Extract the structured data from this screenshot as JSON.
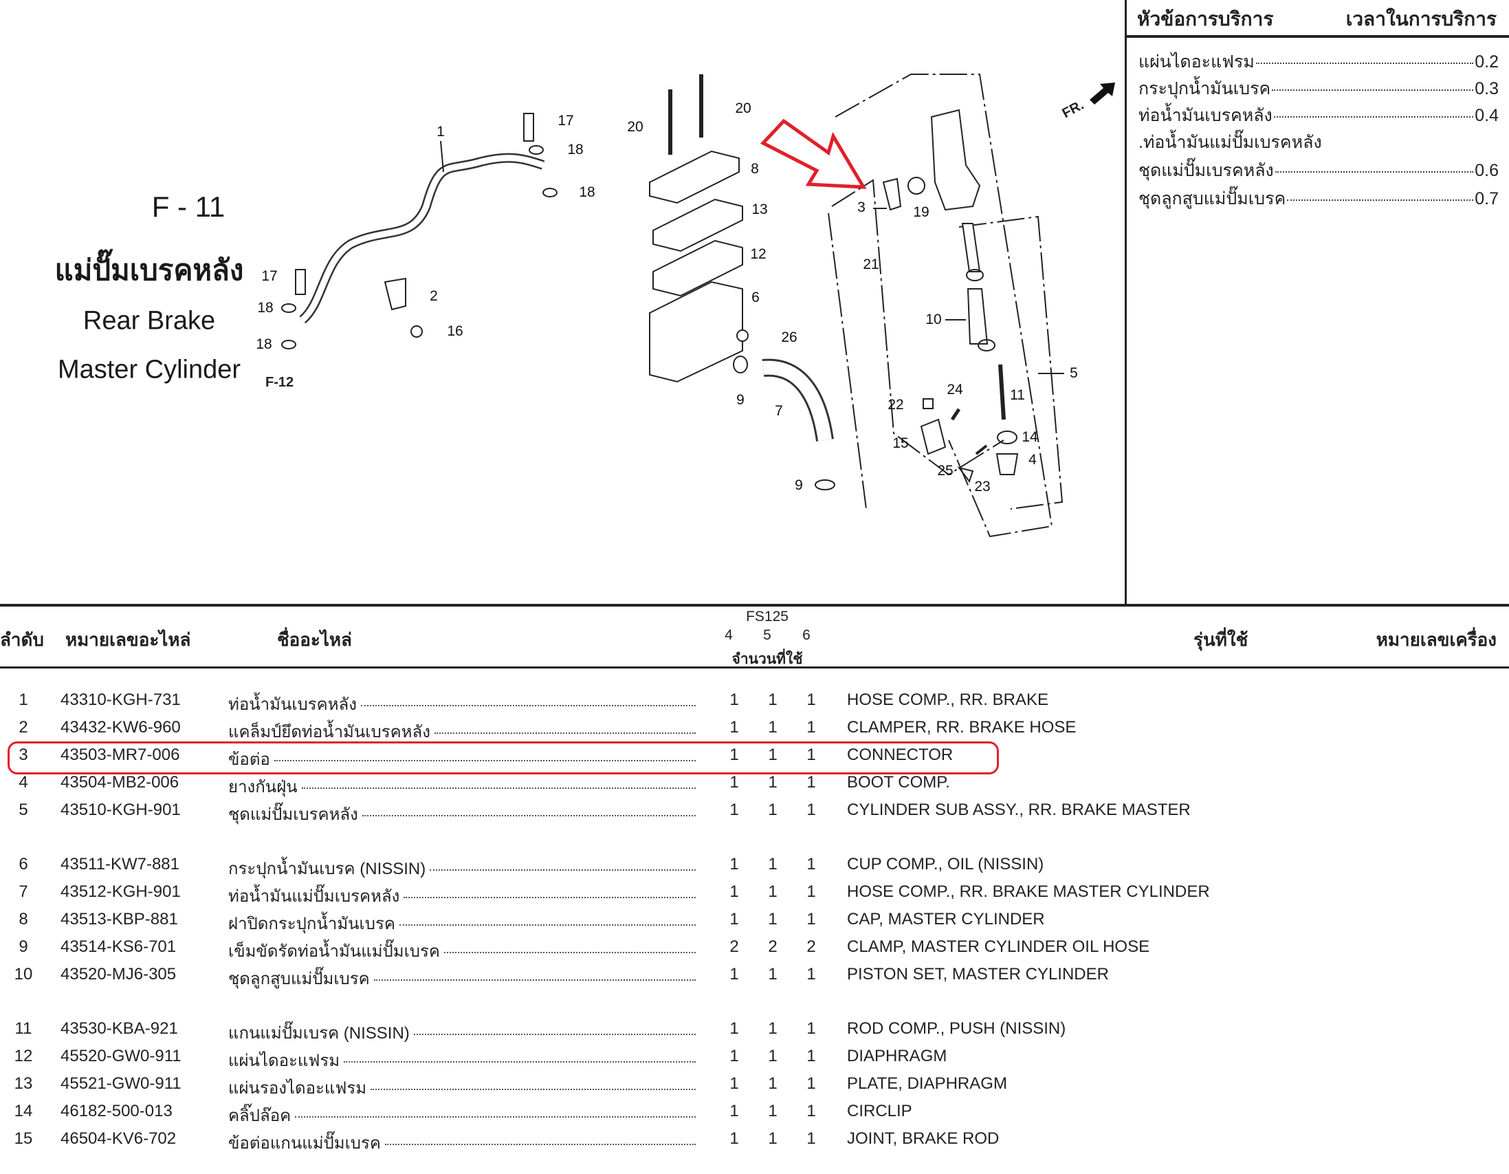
{
  "title": {
    "code": "F - 11",
    "thai": "แม่ปั๊มเบรคหลัง",
    "en_line1": "Rear Brake",
    "en_line2": "Master Cylinder"
  },
  "diagram": {
    "front_marker": "FR.",
    "ref_label": "F-12",
    "callouts": [
      "1",
      "17",
      "18",
      "18",
      "17",
      "18",
      "18",
      "2",
      "16",
      "20",
      "20",
      "8",
      "13",
      "12",
      "6",
      "26",
      "9",
      "7",
      "9",
      "3",
      "19",
      "21",
      "10",
      "5",
      "11",
      "22",
      "24",
      "15",
      "14",
      "4",
      "25",
      "23"
    ],
    "highlight_color": "#e0202a"
  },
  "service": {
    "header_topic": "หัวข้อการบริการ",
    "header_time": "เวลาในการบริการ",
    "rows": [
      {
        "label": "แผ่นไดอะแฟรม",
        "time": "0.2"
      },
      {
        "label": "กระปุกน้ำมันเบรค",
        "time": "0.3"
      },
      {
        "label": "ท่อน้ำมันเบรคหลัง",
        "time": "0.4"
      },
      {
        "label": ".ท่อน้ำมันแม่ปั๊มเบรคหลัง",
        "time": ""
      },
      {
        "label": "ชุดแม่ปั๊มเบรคหลัง",
        "time": "0.6"
      },
      {
        "label": "ชุดลูกสูบแม่ปั๊มเบรค",
        "time": "0.7"
      }
    ]
  },
  "table": {
    "headers": {
      "index": "ลำดับ",
      "part_no": "หมายเลขอะไหล่",
      "name": "ชื่ออะไหล่",
      "model": "FS125",
      "qty_cols": [
        "4",
        "5",
        "6"
      ],
      "qty_label": "จำนวนที่ใช้",
      "used_in": "รุ่นที่ใช้",
      "engine_no": "หมายเลขเครื่อง"
    },
    "rows": [
      {
        "no": "1",
        "part": "43310-KGH-731",
        "name": "ท่อน้ำมันเบรคหลัง",
        "q": [
          "1",
          "1",
          "1"
        ],
        "en": "HOSE COMP., RR. BRAKE"
      },
      {
        "no": "2",
        "part": "43432-KW6-960",
        "name": "แคล็มป์ยึดท่อน้ำมันเบรคหลัง",
        "q": [
          "1",
          "1",
          "1"
        ],
        "en": "CLAMPER, RR. BRAKE HOSE"
      },
      {
        "no": "3",
        "part": "43503-MR7-006",
        "name": "ข้อต่อ",
        "q": [
          "1",
          "1",
          "1"
        ],
        "en": "CONNECTOR"
      },
      {
        "no": "4",
        "part": "43504-MB2-006",
        "name": "ยางกันฝุ่น",
        "q": [
          "1",
          "1",
          "1"
        ],
        "en": "BOOT COMP."
      },
      {
        "no": "5",
        "part": "43510-KGH-901",
        "name": "ชุดแม่ปั๊มเบรคหลัง",
        "q": [
          "1",
          "1",
          "1"
        ],
        "en": "CYLINDER SUB ASSY., RR. BRAKE MASTER"
      },
      {
        "no": "6",
        "part": "43511-KW7-881",
        "name": "กระปุกน้ำมันเบรค (NISSIN)",
        "q": [
          "1",
          "1",
          "1"
        ],
        "en": "CUP COMP., OIL (NISSIN)"
      },
      {
        "no": "7",
        "part": "43512-KGH-901",
        "name": "ท่อน้ำมันแม่ปั๊มเบรคหลัง",
        "q": [
          "1",
          "1",
          "1"
        ],
        "en": "HOSE COMP., RR. BRAKE MASTER CYLINDER"
      },
      {
        "no": "8",
        "part": "43513-KBP-881",
        "name": "ฝาปิดกระปุกน้ำมันเบรค",
        "q": [
          "1",
          "1",
          "1"
        ],
        "en": "CAP, MASTER CYLINDER"
      },
      {
        "no": "9",
        "part": "43514-KS6-701",
        "name": "เข็มขัดรัดท่อน้ำมันแม่ปั๊มเบรค",
        "q": [
          "2",
          "2",
          "2"
        ],
        "en": "CLAMP, MASTER CYLINDER OIL HOSE"
      },
      {
        "no": "10",
        "part": "43520-MJ6-305",
        "name": "ชุดลูกสูบแม่ปั๊มเบรค",
        "q": [
          "1",
          "1",
          "1"
        ],
        "en": "PISTON SET, MASTER CYLINDER"
      },
      {
        "no": "11",
        "part": "43530-KBA-921",
        "name": "แกนแม่ปั๊มเบรค (NISSIN)",
        "q": [
          "1",
          "1",
          "1"
        ],
        "en": "ROD COMP., PUSH (NISSIN)"
      },
      {
        "no": "12",
        "part": "45520-GW0-911",
        "name": "แผ่นไดอะแฟรม",
        "q": [
          "1",
          "1",
          "1"
        ],
        "en": "DIAPHRAGM"
      },
      {
        "no": "13",
        "part": "45521-GW0-911",
        "name": "แผ่นรองไดอะแฟรม",
        "q": [
          "1",
          "1",
          "1"
        ],
        "en": "PLATE, DIAPHRAGM"
      },
      {
        "no": "14",
        "part": "46182-500-013",
        "name": "คลิ๊ปล๊อค",
        "q": [
          "1",
          "1",
          "1"
        ],
        "en": "CIRCLIP"
      },
      {
        "no": "15",
        "part": "46504-KV6-702",
        "name": "ข้อต่อแกนแม่ปั๊มเบรค",
        "q": [
          "1",
          "1",
          "1"
        ],
        "en": "JOINT, BRAKE ROD"
      }
    ]
  }
}
